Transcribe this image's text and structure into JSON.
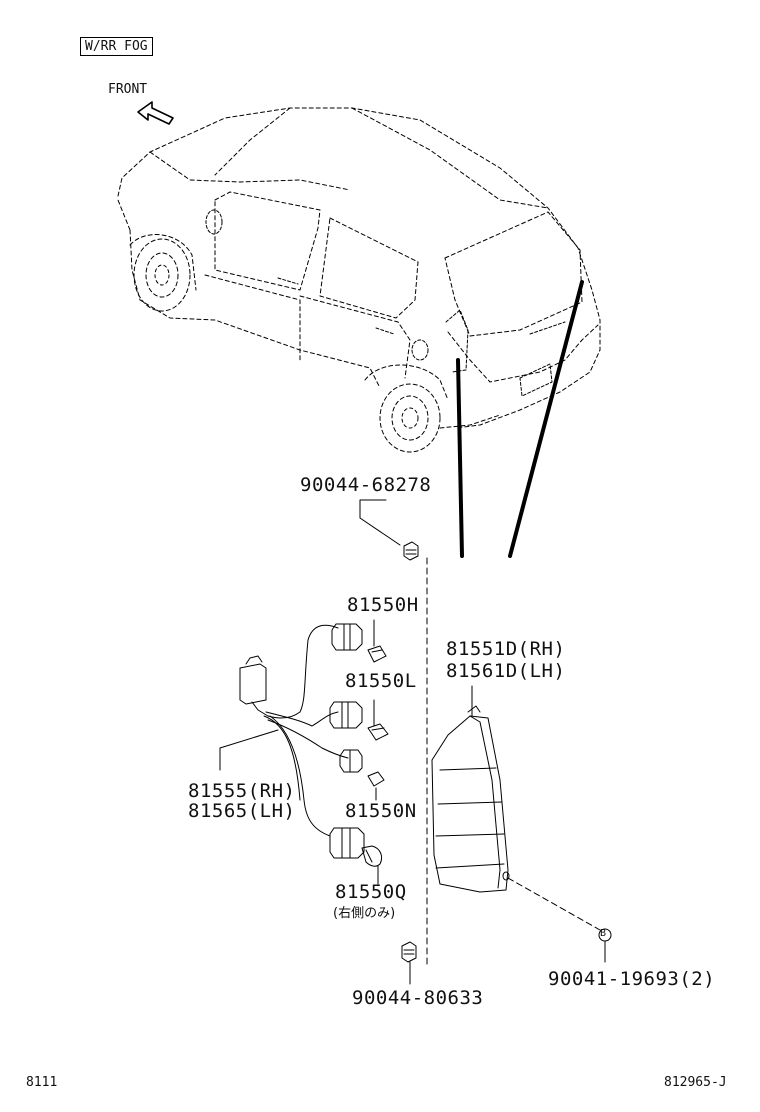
{
  "header": {
    "option_tag": "W/RR FOG",
    "direction_label": "FRONT"
  },
  "parts": {
    "screw_top": "90044-68278",
    "bulb_h": "81550H",
    "bulb_l": "81550L",
    "bulb_n": "81550N",
    "bulb_q": "81550Q",
    "bulb_q_note": "(右側のみ)",
    "socket_rh": "81555(RH)",
    "socket_lh": "81565(LH)",
    "lamp_rh": "81551D(RH)",
    "lamp_lh": "81561D(LH)",
    "screw_bottom": "90044-80633",
    "screw_b": "90041-19693(2)",
    "ref_marker": "B"
  },
  "footer": {
    "page_code": "8111",
    "drawing_no": "812965-J"
  }
}
